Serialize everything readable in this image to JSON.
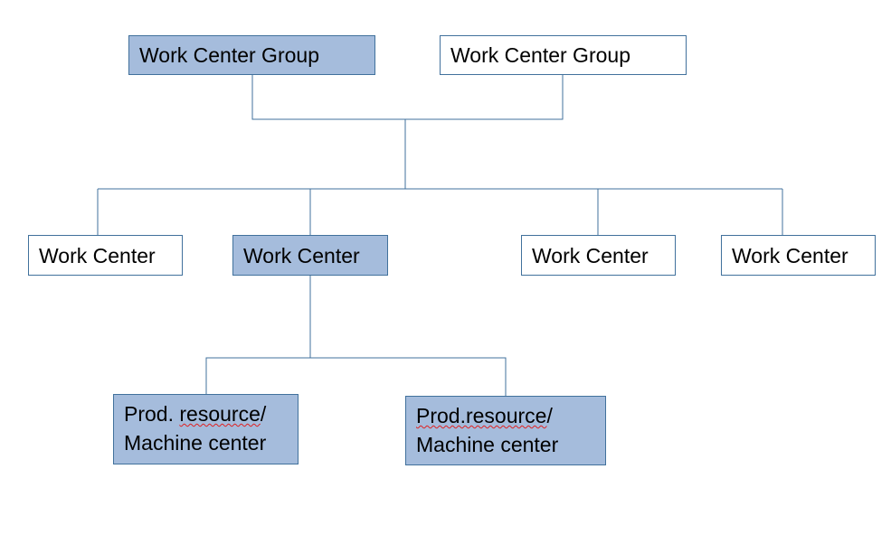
{
  "work_center_groups": [
    {
      "label": "Work Center Group",
      "highlighted": true
    },
    {
      "label": "Work Center Group",
      "highlighted": false
    }
  ],
  "work_centers": [
    {
      "label": "Work Center",
      "highlighted": false
    },
    {
      "label": "Work Center",
      "highlighted": true
    },
    {
      "label": "Work Center",
      "highlighted": false
    },
    {
      "label": "Work Center",
      "highlighted": false
    }
  ],
  "prod_resources": [
    {
      "line1_prefix": "Prod. ",
      "line1_marked": "resource",
      "line1_suffix": "/",
      "line2": "Machine center"
    },
    {
      "line1_prefix": "",
      "line1_marked": "Prod.resource",
      "line1_suffix": "/",
      "line2": "Machine center"
    }
  ],
  "colors": {
    "box_fill": "#a5bcdc",
    "box_border": "#41719c",
    "connector": "#41719c",
    "spellcheck_underline": "#e02020"
  }
}
